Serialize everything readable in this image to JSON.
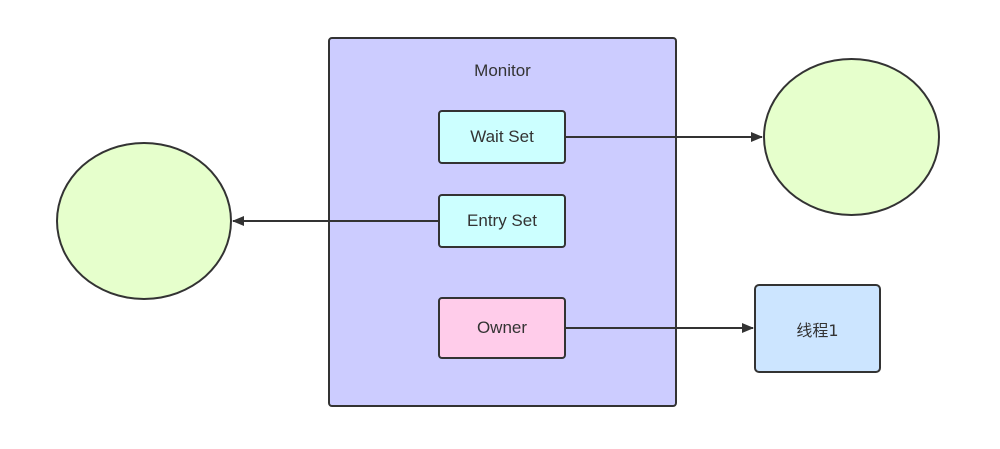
{
  "diagram": {
    "monitor": {
      "title": "Monitor"
    },
    "wait_set": {
      "label": "Wait Set"
    },
    "entry_set": {
      "label": "Entry Set"
    },
    "owner": {
      "label": "Owner"
    },
    "thread": {
      "label": "线程1"
    }
  },
  "colors": {
    "monitor_fill": "#ccccff",
    "set_fill": "#ccffff",
    "owner_fill": "#ffccea",
    "thread_fill": "#cce5ff",
    "oval_fill": "#e6ffcc",
    "stroke": "#333333"
  },
  "edges": [
    {
      "from": "wait-set",
      "to": "right-oval"
    },
    {
      "from": "entry-set",
      "to": "left-oval"
    },
    {
      "from": "owner",
      "to": "thread-1"
    }
  ]
}
